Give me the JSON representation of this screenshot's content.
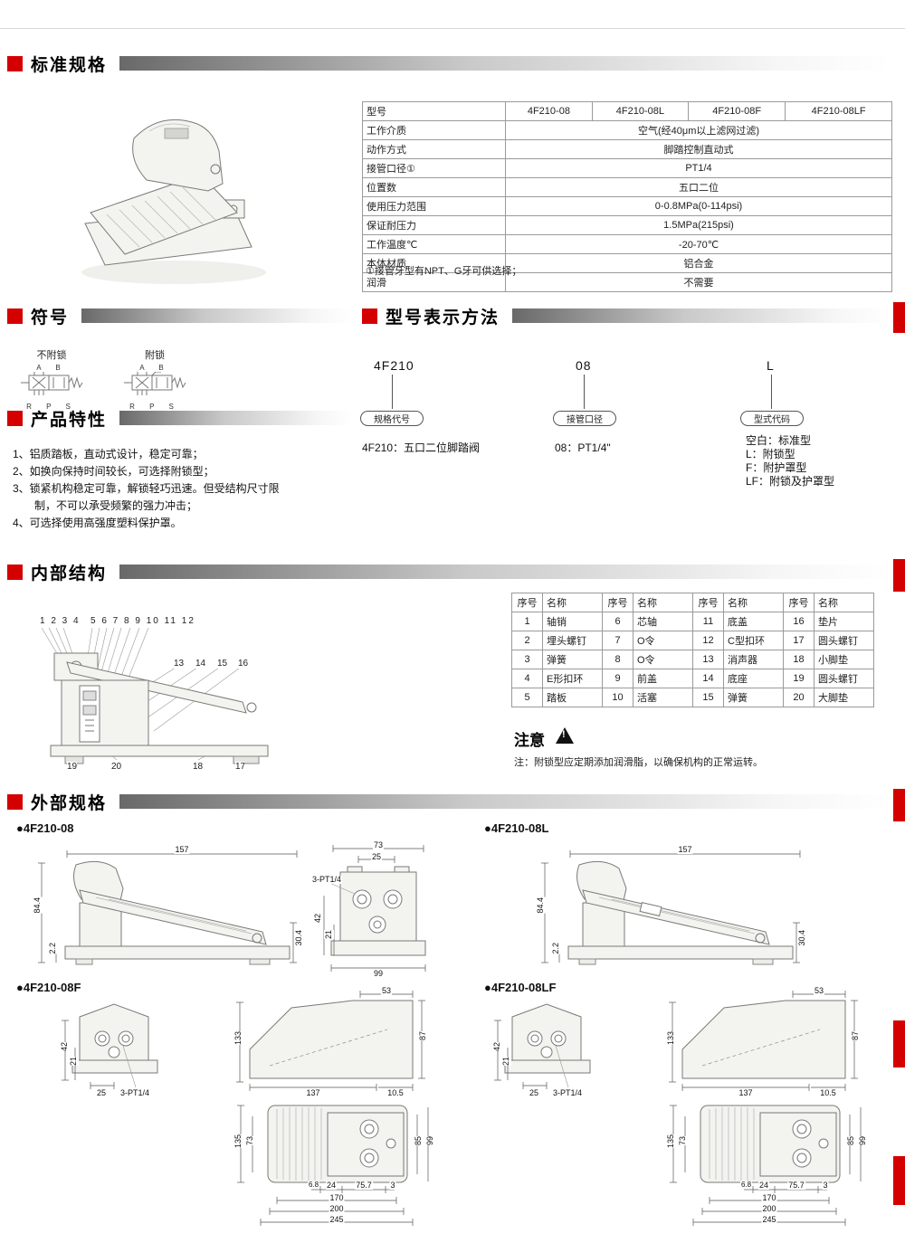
{
  "page": {
    "accent": "#d40000"
  },
  "sections": {
    "specs": "标准规格",
    "symbols": "符号",
    "model_code": "型号表示方法",
    "features": "产品特性",
    "internal": "内部结构",
    "external": "外部规格"
  },
  "spec_table": {
    "col0": "型号",
    "models": [
      "4F210-08",
      "4F210-08L",
      "4F210-08F",
      "4F210-08LF"
    ],
    "rows": [
      [
        "工作介质",
        "空气(经40μm以上滤网过滤)"
      ],
      [
        "动作方式",
        "脚踏控制直动式"
      ],
      [
        "接管口径①",
        "PT1/4"
      ],
      [
        "位置数",
        "五口二位"
      ],
      [
        "使用压力范围",
        "0-0.8MPa(0-114psi)"
      ],
      [
        "保证耐压力",
        "1.5MPa(215psi)"
      ],
      [
        "工作温度℃",
        "-20-70℃"
      ],
      [
        "本体材质",
        "铝合金"
      ],
      [
        "润滑",
        "不需要"
      ]
    ],
    "note": "①接管牙型有NPT、G牙可供选择；"
  },
  "symbols": {
    "no_lock": "不附锁",
    "with_lock": "附锁",
    "ports_top": "A B",
    "ports_bottom": "R P S"
  },
  "model_code": {
    "code1": "4F210",
    "code2": "08",
    "code3": "L",
    "tag1": "规格代号",
    "tag2": "接管口径",
    "tag3": "型式代码",
    "desc1": "4F210：五口二位脚踏阀",
    "desc2": "08：PT1/4\"",
    "desc3": [
      "空白：标准型",
      "L：附锁型",
      "F：附护罩型",
      "LF：附锁及护罩型"
    ]
  },
  "features": [
    "1、铝质踏板，直动式设计，稳定可靠；",
    "2、如换向保持时间较长，可选择附锁型；",
    "3、锁紧机构稳定可靠，解锁轻巧迅速。但受结构尺寸限制，不可以承受频繁的强力冲击；",
    "4、可选择使用高强度塑料保护罩。"
  ],
  "internal": {
    "num_groups": {
      "top_left": "1 2 3 4",
      "top_right": "5 6 7 8 9 10 11 12",
      "right": [
        "13",
        "14",
        "15",
        "16"
      ],
      "bottom": [
        "19",
        "20",
        "18",
        "17"
      ]
    },
    "caution_title": "注意",
    "caution_mark": "!",
    "caution_note": "注：附锁型应定期添加润滑脂，以确保机构的正常运转。"
  },
  "parts_table": {
    "headers": [
      "序号",
      "名称",
      "序号",
      "名称",
      "序号",
      "名称",
      "序号",
      "名称"
    ],
    "rows": [
      [
        "1",
        "轴销",
        "6",
        "芯轴",
        "11",
        "底盖",
        "16",
        "垫片"
      ],
      [
        "2",
        "埋头螺钉",
        "7",
        "O令",
        "12",
        "C型扣环",
        "17",
        "圆头螺钉"
      ],
      [
        "3",
        "弹簧",
        "8",
        "O令",
        "13",
        "消声器",
        "18",
        "小脚垫"
      ],
      [
        "4",
        "E形扣环",
        "9",
        "前盖",
        "14",
        "底座",
        "19",
        "圆头螺钉"
      ],
      [
        "5",
        "踏板",
        "10",
        "活塞",
        "15",
        "弹簧",
        "20",
        "大脚垫"
      ]
    ]
  },
  "external": {
    "g1_label": "●4F210-08",
    "g2_label": "●4F210-08L",
    "g3_label": "●4F210-08F",
    "g4_label": "●4F210-08LF",
    "side08": {
      "w": "157",
      "h": "84.4",
      "foot": "2.2",
      "hr": "30.4"
    },
    "front08": {
      "w": "73",
      "wi": "25",
      "port": "3-PT1/4",
      "hl": "42",
      "hl2": "21",
      "wb": "99"
    },
    "frontF": {
      "hl": "42",
      "hl2": "21",
      "wb": "25",
      "port": "3-PT1/4"
    },
    "sideF": {
      "hl": "133",
      "wt": "53",
      "hr": "87",
      "wb": "137",
      "wb2": "10.5"
    },
    "planF": {
      "hl": "135",
      "hl2": "73",
      "hr": "85",
      "hr2": "99",
      "c0": "6.8",
      "c1": "24",
      "c2": "75.7",
      "c3": "3",
      "b1": "170",
      "b2": "200",
      "b3": "245"
    }
  }
}
